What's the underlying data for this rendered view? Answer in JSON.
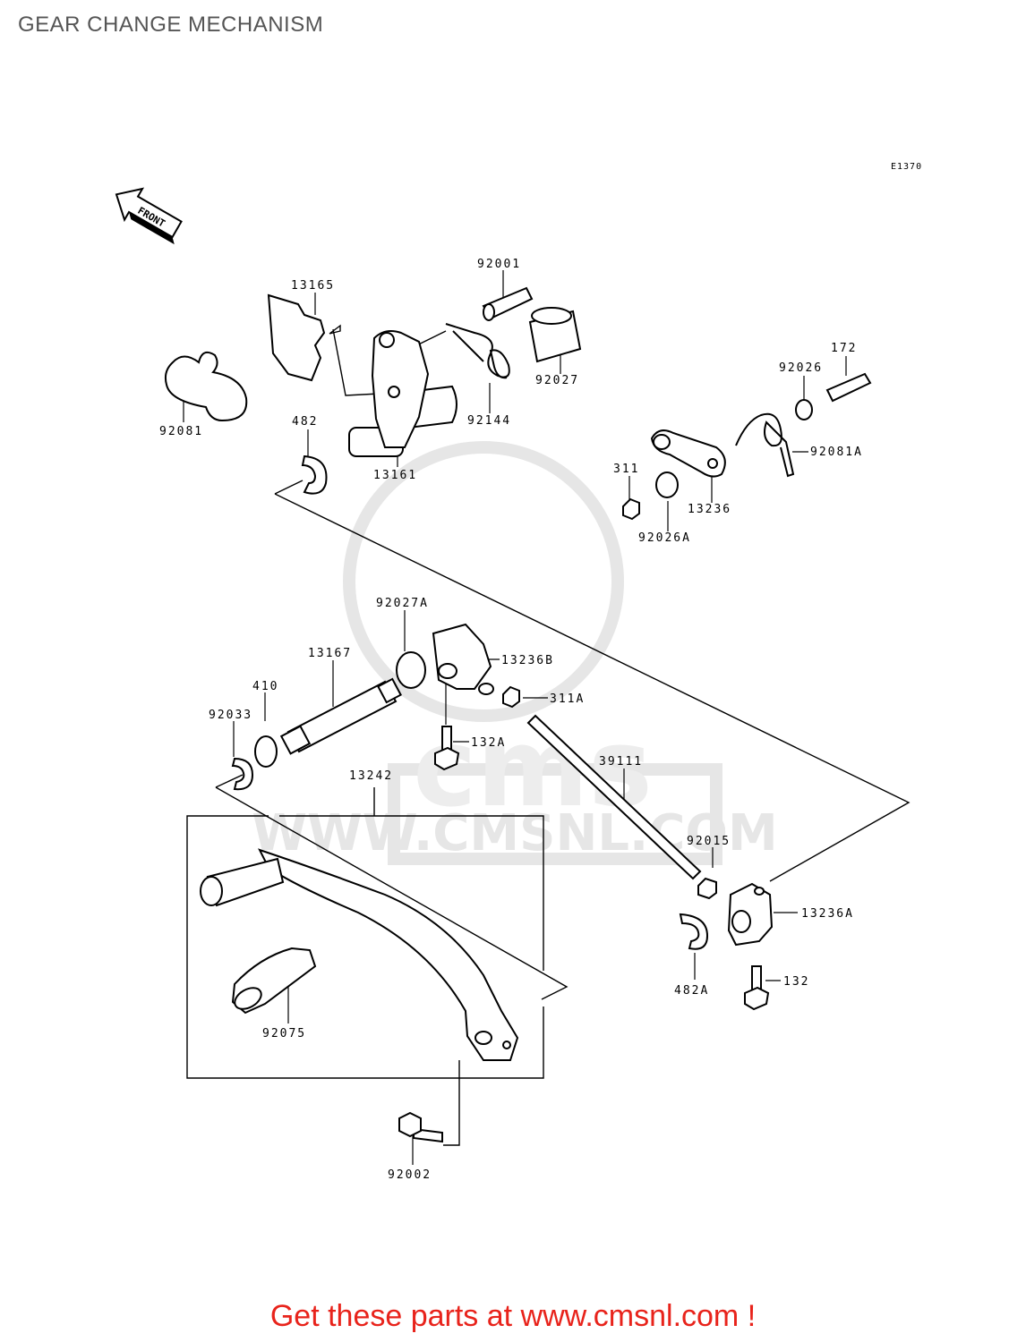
{
  "page": {
    "title": "GEAR CHANGE MECHANISM"
  },
  "diagram": {
    "code": "E1370",
    "front_label": "FRONT",
    "watermark": {
      "text": "WWW.CMSNL.COM",
      "brand": "cms"
    },
    "parts": {
      "p92001": "92001",
      "p13165": "13165",
      "p92081": "92081",
      "p482": "482",
      "p13161": "13161",
      "p92144": "92144",
      "p92027": "92027",
      "p172": "172",
      "p92026": "92026",
      "p92081A": "92081A",
      "p311": "311",
      "p13236": "13236",
      "p92026A": "92026A",
      "p92027A": "92027A",
      "p13167": "13167",
      "p13236B": "13236B",
      "p410": "410",
      "p92033": "92033",
      "p311A": "311A",
      "p132A": "132A",
      "p39111": "39111",
      "p13242": "13242",
      "p92015": "92015",
      "p13236A": "13236A",
      "p482A": "482A",
      "p132": "132",
      "p92075": "92075",
      "p92002": "92002"
    }
  },
  "footer": {
    "text": "Get these parts at www.cmsnl.com !"
  },
  "colors": {
    "footer": "#e8231b",
    "title": "#555555",
    "watermark": "#e6e6e6"
  }
}
